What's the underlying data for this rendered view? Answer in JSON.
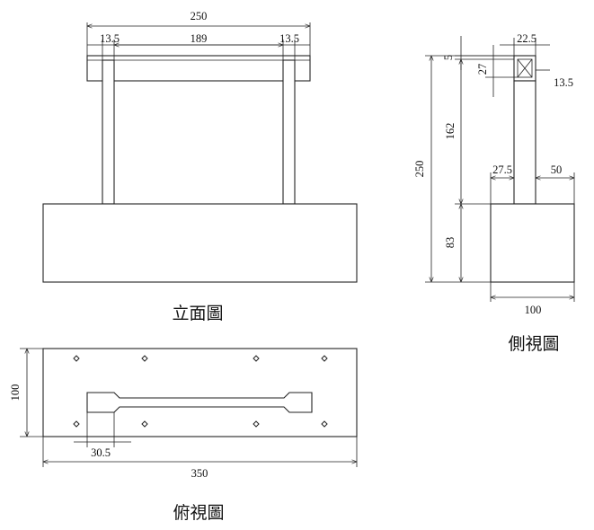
{
  "views": {
    "elevation": {
      "title": "立面圖",
      "dims": {
        "total_width": "250",
        "left_post": "13.5",
        "gap": "189",
        "right_post": "13.5"
      }
    },
    "side": {
      "title": "側視圖",
      "dims": {
        "top_width": "22.5",
        "top_thickness": "5",
        "crossbar_depth": "27",
        "post_width": "13.5",
        "post_height": "162",
        "total_height": "250",
        "left_offset": "27.5",
        "right_offset": "50",
        "base_height": "83",
        "base_width": "100"
      }
    },
    "plan": {
      "title": "俯視圖",
      "dims": {
        "depth": "100",
        "slot_offset": "30.5",
        "length": "350"
      }
    }
  },
  "colors": {
    "line": "#222222",
    "background": "#ffffff"
  }
}
